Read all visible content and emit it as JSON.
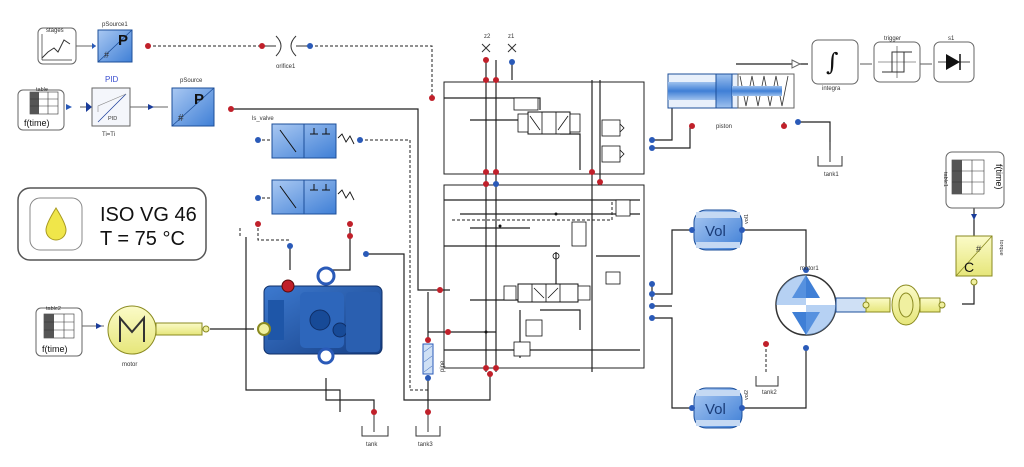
{
  "components": {
    "stages": "stages",
    "pSource1": "pSource1",
    "p_letter": "P",
    "orifice1": "orifice1",
    "table": "table",
    "ftime": "f(time)",
    "pid": "PID",
    "pid_inner": "PID",
    "ti": "Ti=Ti",
    "pSource": "pSource",
    "ls_valve": "ls_valve",
    "z2": "z2",
    "z1": "z1",
    "piston": "piston",
    "integra": "integra",
    "trigger": "trigger",
    "s1": "s1",
    "tank1": "tank1",
    "table2": "table2",
    "motor": "motor",
    "tank": "tank",
    "tank3": "tank3",
    "pipe": "pipe",
    "vol": "Vol",
    "vol1": "vol1",
    "vol2": "vol2",
    "motor1": "motor1",
    "tank2": "tank2",
    "table1": "table1",
    "torque": "torque",
    "torque_letter": "C"
  },
  "oil": {
    "grade": "ISO VG 46",
    "temperature": "T = 75 °C"
  },
  "colors": {
    "block_blue": "#6ea3e8",
    "port_red": "#c0202a",
    "port_blue": "#2a5ab8",
    "mech_yellow": "#f0f0a0",
    "pump_blue": "#1f5fb0"
  },
  "icons": [
    "oil-drop-icon",
    "integrator-icon",
    "diode-icon",
    "hysteresis-icon",
    "mass-icon",
    "pump-photo-icon"
  ]
}
